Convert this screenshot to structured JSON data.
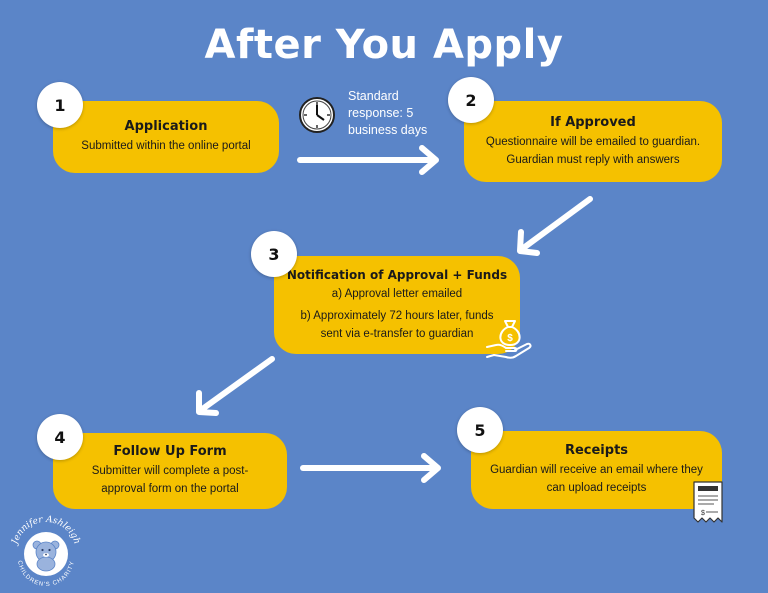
{
  "title": "After You Apply",
  "standard_response": "Standard response: 5 business days",
  "steps": [
    {
      "number": "1",
      "heading": "Application",
      "text": [
        "Submitted within the online portal"
      ]
    },
    {
      "number": "2",
      "heading": "If Approved",
      "text": [
        "Questionnaire will be emailed to guardian.",
        "Guardian must reply with answers"
      ]
    },
    {
      "number": "3",
      "heading": "Notification of Approval + Funds",
      "text": [
        "a) Approval letter emailed",
        "b) Approximately 72 hours later, funds",
        "sent via e-transfer to guardian"
      ]
    },
    {
      "number": "4",
      "heading": "Follow Up Form",
      "text": [
        "Submitter will complete a post-",
        "approval form on the portal"
      ]
    },
    {
      "number": "5",
      "heading": "Receipts",
      "text": [
        "Guardian will receive an email where they",
        "can upload receipts"
      ]
    }
  ],
  "logo": {
    "name": "Jennifer Ashleigh",
    "sub": "CHILDREN'S CHARITY"
  },
  "colors": {
    "background": "#5b85c8",
    "box": "#f5c100",
    "circle": "#ffffff",
    "arrow": "#ffffff"
  },
  "icons": [
    "clock-icon",
    "money-bag-hand-icon",
    "receipt-icon"
  ]
}
